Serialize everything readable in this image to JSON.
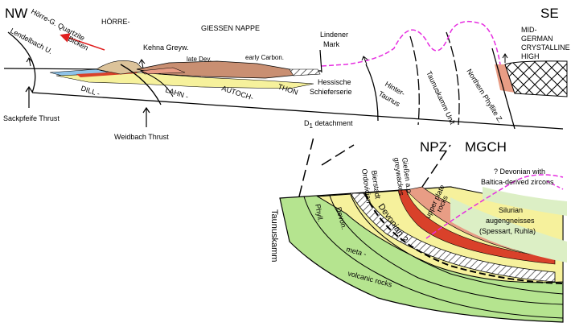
{
  "colors": {
    "green": "#b5e48f",
    "yellow": "#f6f19c",
    "brown": "#c98f72",
    "salmon": "#e89d85",
    "red": "#d9412a",
    "blue": "#8fc3e8",
    "tan": "#dcc39a",
    "magenta": "#e62ee0",
    "pale_green": "#dcefc5"
  },
  "upper": {
    "nw": "NW",
    "se": "SE",
    "hoerre": "HÖRRE-",
    "giessen_nappe": "GIESSEN NAPPE",
    "hoerre_quartzite": "Hörre-G. Quartzite",
    "bicken": "Bicken",
    "lendelbach": "Lendelbach U.",
    "kehna": "Kehna Greyw.",
    "late_dev": "late Dev.",
    "early_carbon": "early Carbon.",
    "lindener_1": "Lindener",
    "lindener_2": "Mark",
    "mgch_1": "MID-",
    "mgch_2": "GERMAN",
    "mgch_3": "CRYSTALLINE",
    "mgch_4": "HIGH",
    "dill": "DILL -",
    "lahn": "LAHN -",
    "autoch": "AUTOCH-",
    "thon": "THON",
    "hessische_1": "Hessische",
    "hessische_2": "Schieferserie",
    "hinter_1": "Hinter-",
    "hinter_2": "Taunus",
    "taunuskamm_unit": "Taunuskamm Unit",
    "northern_phyllite": "Northern Phyllite Z.",
    "sackpfeife": "Sackpfeife Thrust",
    "weidbach": "Weidbach Thrust",
    "d1_main": "D",
    "d1_sub": "1",
    "d1_rest": " detachment"
  },
  "lower": {
    "npz": "NPZ",
    "mgch": "MGCH",
    "taunuskamm": "Taunuskamm",
    "phyll": "Phyll.",
    "devon": "Devon.",
    "bierstadt_1": "Bierstadt",
    "bierstadt_2": "Ordovician",
    "devonian_q": "Devonian ?",
    "giessen_1": "Gießen a.o.",
    "giessen_2": "greywackes",
    "upper_plate_1": "upper plate",
    "upper_plate_2": "rocks",
    "devonian_with_1": "? Devonian with",
    "devonian_with_2": "Baltica-derived zircons",
    "silurian_1": "Silurian",
    "silurian_2": "augengneisses",
    "silurian_3": "(Spessart, Ruhla)",
    "meta": "meta -",
    "volcanic": "volcanic rocks"
  }
}
